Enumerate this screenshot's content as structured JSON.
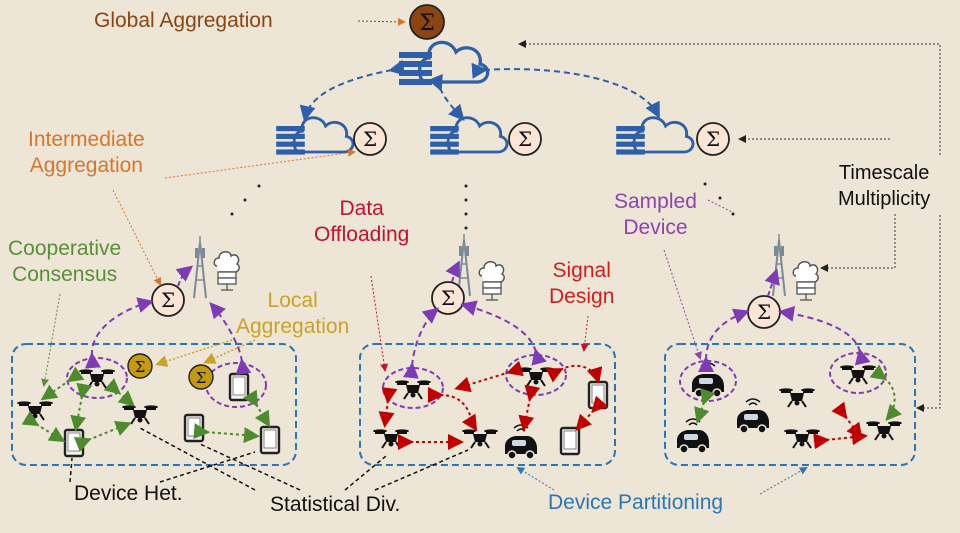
{
  "labels": {
    "global_aggregation": "Global Aggregation",
    "intermediate_aggregation_1": "Intermediate",
    "intermediate_aggregation_2": "Aggregation",
    "cooperative_consensus_1": "Cooperative",
    "cooperative_consensus_2": "Consensus",
    "local_aggregation_1": "Local",
    "local_aggregation_2": "Aggregation",
    "data_offloading_1": "Data",
    "data_offloading_2": "Offloading",
    "signal_design_1": "Signal",
    "signal_design_2": "Design",
    "sampled_device_1": "Sampled",
    "sampled_device_2": "Device",
    "timescale_multiplicity_1": "Timescale",
    "timescale_multiplicity_2": "Multiplicity",
    "device_het": "Device Het.",
    "statistical_div": "Statistical Div.",
    "device_partitioning": "Device Partitioning",
    "sigma": "Σ"
  },
  "colors": {
    "background": "#ede5d6",
    "global_aggregation": "#8b4513",
    "intermediate_aggregation": "#d9762b",
    "cooperative_consensus": "#5a8f3a",
    "local_aggregation": "#c9a227",
    "data_offloading": "#c8102e",
    "signal_design": "#d81b1b",
    "sampled_device": "#8e44ad",
    "device_partitioning": "#2e75b6",
    "text_dark": "#111111",
    "dashed_blue": "#2e5fa8",
    "dashed_purple": "#7d3cb5",
    "dashed_green": "#4e8a2e",
    "dashed_red": "#c00000",
    "sum_fill_light": "#fde5d6",
    "sum_fill_brown": "#8b4513",
    "sum_fill_gold": "#c49a11"
  },
  "icons": [
    "sigma-node-icon",
    "cloud-server-icon",
    "cell-tower-icon",
    "edge-server-icon",
    "drone-icon",
    "tablet-icon",
    "vehicle-icon"
  ]
}
